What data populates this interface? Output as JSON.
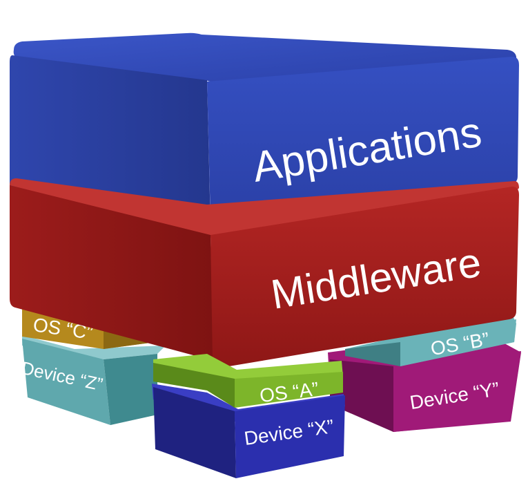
{
  "diagram": {
    "layers": {
      "applications": {
        "label": "Applications",
        "color": "#2f47b5"
      },
      "middleware": {
        "label": "Middleware",
        "color": "#a8201f"
      }
    },
    "stacks": [
      {
        "os_label": "OS “C”",
        "os_color": "#b5891d",
        "device_label": "Device “Z”",
        "device_color": "#5fa8ad"
      },
      {
        "os_label": "OS “A”",
        "os_color": "#7db52a",
        "device_label": "Device “X”",
        "device_color": "#2b2fae"
      },
      {
        "os_label": "OS “B”",
        "os_color": "#6ab3b8",
        "device_label": "Device “Y”",
        "device_color": "#a01a78"
      }
    ]
  }
}
